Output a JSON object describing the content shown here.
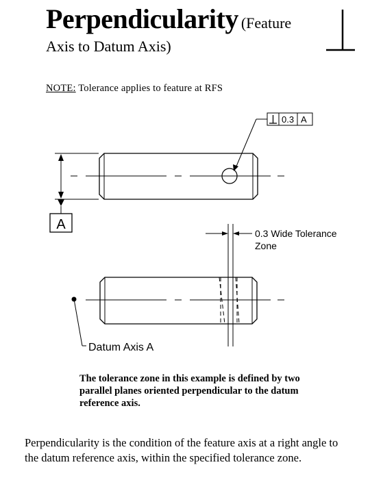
{
  "title": {
    "main": "Perpendicularity",
    "paren": "(Feature",
    "line2": "Axis to Datum Axis)"
  },
  "symbol": {
    "char": "⊥"
  },
  "note": {
    "label": "NOTE:",
    "text": " Tolerance applies to feature at RFS"
  },
  "fcf": {
    "symbol": "⊥",
    "tolerance": "0.3",
    "datum": "A"
  },
  "datum_box": {
    "letter": "A"
  },
  "zone_label": {
    "line1": "0.3 Wide Tolerance",
    "line2": "Zone"
  },
  "datum_axis_label": "Datum Axis A",
  "caption": "The tolerance zone in this example is defined by two parallel planes oriented perpendicular to the datum reference axis.",
  "paragraph": "Perpendicularity is the condition of the feature axis at a right angle to the datum reference axis, within the specified tolerance zone."
}
